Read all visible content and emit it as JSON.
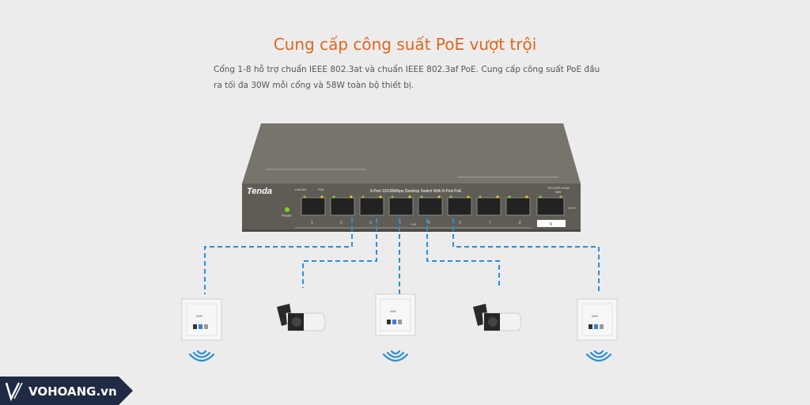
{
  "header": {
    "title": "Cung cấp công suất PoE vượt trội",
    "description": "Cổng 1-8 hỗ trợ chuẩn IEEE 802.3at và chuẩn IEEE 802.3af PoE. Cung cấp công suất PoE đầu ra tối đa 30W mỗi cổng và 58W toàn bộ thiết bị."
  },
  "switch": {
    "brand": "Tenda",
    "model_desc": "9-Port 10/100Mbps Desktop Switch With 8-Port PoE",
    "model_code": "TEF1109P-8-63W",
    "wattage": "58W",
    "labels": {
      "linkact": "Link/Act",
      "poe": "PoE",
      "power": "Power",
      "uplink": "Uplink",
      "poe_bar": "PoE"
    },
    "ports": [
      "1",
      "2",
      "3",
      "4",
      "5",
      "6",
      "7",
      "8",
      "9"
    ]
  },
  "devices": [
    {
      "type": "wifi-access-point",
      "label": "WiFi"
    },
    {
      "type": "ip-camera"
    },
    {
      "type": "wifi-access-point",
      "label": "WiFi"
    },
    {
      "type": "ip-camera"
    },
    {
      "type": "wifi-access-point",
      "label": "WiFi"
    }
  ],
  "logo": {
    "text": "VOHOANG.vn"
  },
  "colors": {
    "title": "#e0661e",
    "link": "#2a8fd6",
    "switch": "#6d6b62",
    "logo_bg": "#1f2a44"
  }
}
